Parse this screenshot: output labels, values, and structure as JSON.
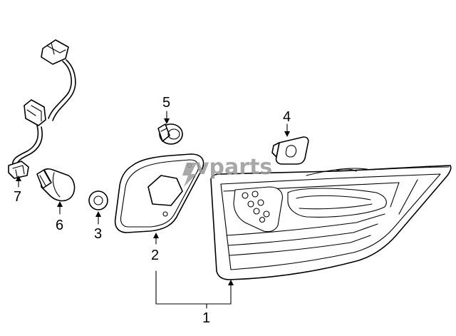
{
  "watermark": {
    "logo_text": "vparts"
  },
  "callouts": {
    "c1": "1",
    "c2": "2",
    "c3": "3",
    "c4": "4",
    "c5": "5",
    "c6": "6",
    "c7": "7"
  },
  "colors": {
    "line": "#000000",
    "background": "#ffffff",
    "watermark": "#9a9a9a"
  }
}
